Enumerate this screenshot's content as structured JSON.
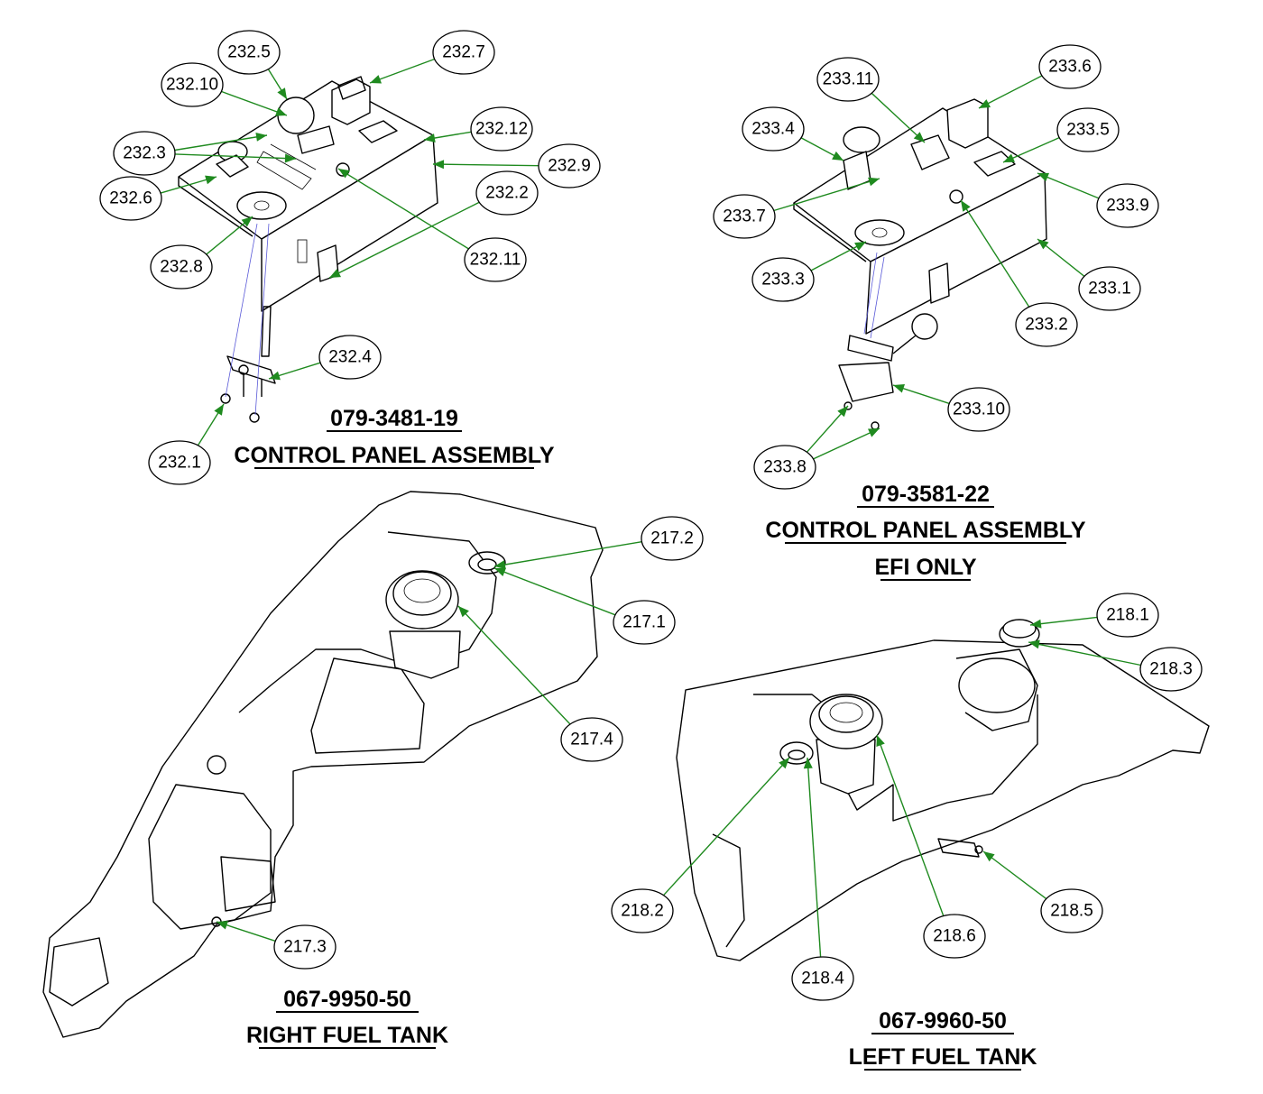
{
  "assemblies": [
    {
      "id": "cp19",
      "part_number": "079-3481-19",
      "name_lines": [
        "CONTROL PANEL ASSEMBLY"
      ]
    },
    {
      "id": "cp22",
      "part_number": "079-3581-22",
      "name_lines": [
        "CONTROL PANEL ASSEMBLY",
        "EFI ONLY"
      ]
    },
    {
      "id": "rft",
      "part_number": "067-9950-50",
      "name_lines": [
        "RIGHT FUEL TANK"
      ]
    },
    {
      "id": "lft",
      "part_number": "067-9960-50",
      "name_lines": [
        "LEFT FUEL TANK"
      ]
    }
  ],
  "callouts": [
    {
      "label": "232.5"
    },
    {
      "label": "232.7"
    },
    {
      "label": "232.10"
    },
    {
      "label": "232.12"
    },
    {
      "label": "232.3"
    },
    {
      "label": "232.9"
    },
    {
      "label": "232.6"
    },
    {
      "label": "232.2"
    },
    {
      "label": "232.11"
    },
    {
      "label": "232.8"
    },
    {
      "label": "232.4"
    },
    {
      "label": "232.1"
    },
    {
      "label": "233.11"
    },
    {
      "label": "233.6"
    },
    {
      "label": "233.4"
    },
    {
      "label": "233.5"
    },
    {
      "label": "233.9"
    },
    {
      "label": "233.7"
    },
    {
      "label": "233.3"
    },
    {
      "label": "233.1"
    },
    {
      "label": "233.2"
    },
    {
      "label": "233.10"
    },
    {
      "label": "233.8"
    },
    {
      "label": "217.2"
    },
    {
      "label": "217.1"
    },
    {
      "label": "217.4"
    },
    {
      "label": "217.3"
    },
    {
      "label": "218.1"
    },
    {
      "label": "218.3"
    },
    {
      "label": "218.2"
    },
    {
      "label": "218.6"
    },
    {
      "label": "218.5"
    },
    {
      "label": "218.4"
    }
  ],
  "colors": {
    "leader": "#1f8a1f",
    "outline": "#000000",
    "hidden_line": "#5a5ad8"
  }
}
